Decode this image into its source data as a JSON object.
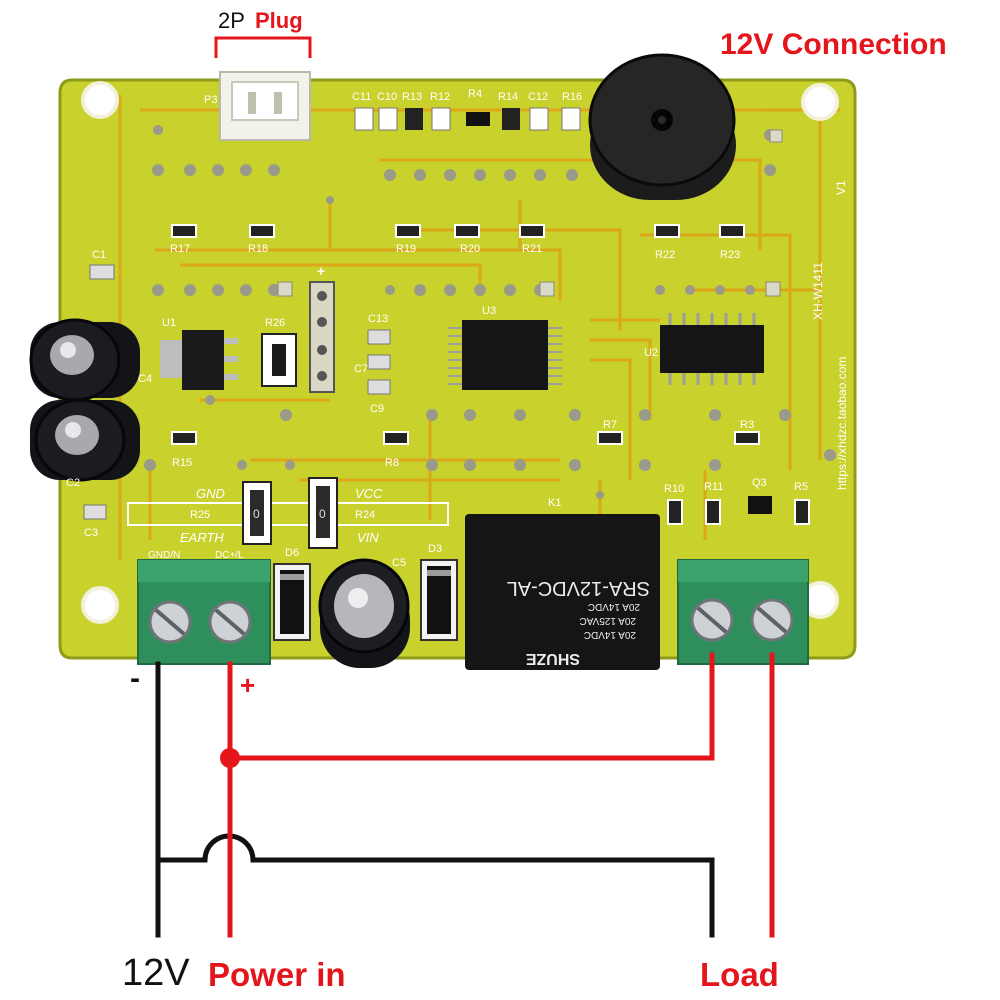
{
  "labels": {
    "plug_prefix": "2P",
    "plug_word": "Plug",
    "connection": "12V Connection",
    "minus": "-",
    "plus": "+",
    "voltage": "12V",
    "power_in": "Power in",
    "load": "Load"
  },
  "silkscreen": {
    "p1": "P3",
    "top_row": [
      "C11",
      "C10",
      "R13",
      "R12",
      "R4",
      "R14",
      "C12",
      "R16"
    ],
    "r17": "R17",
    "r18": "R18",
    "r19": "R19",
    "r20": "R20",
    "r21": "R21",
    "r22": "R22",
    "r23": "R23",
    "c1": "C1",
    "u1": "U1",
    "r26": "R26",
    "c13": "C13",
    "c4": "C4",
    "u3": "U3",
    "u2": "U2",
    "c9": "C9",
    "c7": "C7",
    "r15": "R15",
    "r8": "R8",
    "r7": "R7",
    "r3": "R3",
    "c2": "C2",
    "c3": "C3",
    "gnd": "GND",
    "vcc": "VCC",
    "r25": "R25",
    "r24": "R24",
    "earth": "EARTH",
    "vin": "VIN",
    "gndn": "GND/N",
    "dcin": "DC+/L",
    "d6": "D6",
    "c5": "C5",
    "d3": "D3",
    "k1": "K1",
    "r10": "R10",
    "r11": "R11",
    "q3": "Q3",
    "r5": "R5",
    "plus_pin": "+",
    "model": "XH-W1411",
    "version": "V1",
    "url": "https://xhdzc.taobao.com",
    "zero": "0",
    "relay_model": "SRA-12VDC-AL",
    "relay_r1": "20A 14VDC",
    "relay_r2": "20A 125VAC",
    "relay_r3": "20A 14VDC",
    "relay_brand": "SHUZE"
  },
  "colors": {
    "board": "#c9d12c",
    "board_edge": "#8e9a1a",
    "trace": "#e0a117",
    "terminal": "#2f8f5c",
    "relay": "#151515",
    "wire_red": "#e4161b",
    "wire_black": "#111111"
  }
}
